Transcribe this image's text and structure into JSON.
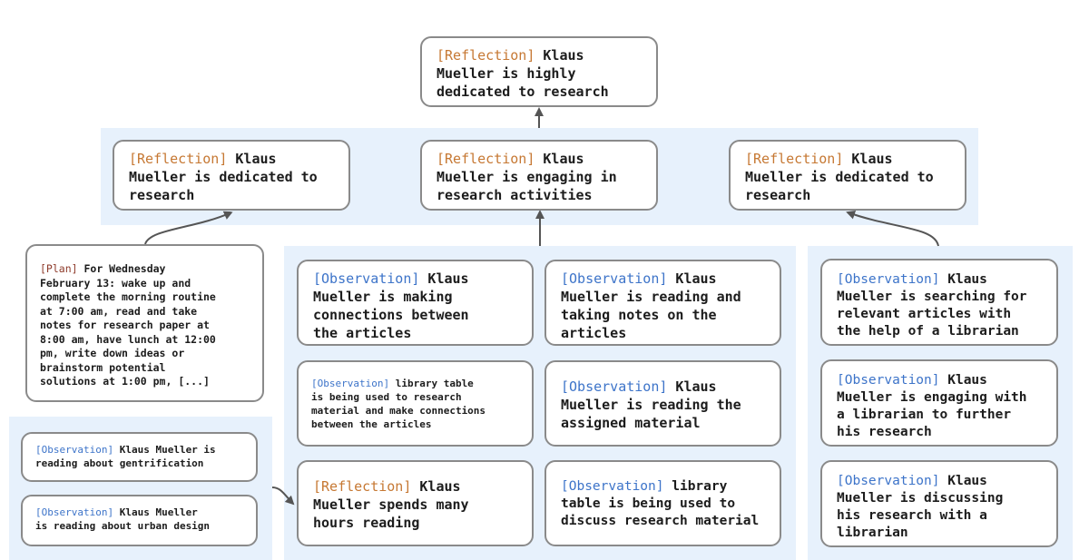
{
  "colors": {
    "reflection_tag": "#c67833",
    "observation_tag": "#3d74c9",
    "plan_tag": "#8e3b2b",
    "panel": "#e7f1fc",
    "node_border": "#8a8a8a",
    "arrow": "#555555"
  },
  "nodes": {
    "top": {
      "tag": "[Reflection]",
      "tag_type": "reflection",
      "text": " Klaus\nMueller is highly\ndedicated to research"
    },
    "mid_left": {
      "tag": "[Reflection]",
      "tag_type": "reflection",
      "text": " Klaus\nMueller is dedicated to\nresearch"
    },
    "mid_center": {
      "tag": "[Reflection]",
      "tag_type": "reflection",
      "text": " Klaus\nMueller is engaging in\nresearch activities"
    },
    "mid_right": {
      "tag": "[Reflection]",
      "tag_type": "reflection",
      "text": " Klaus\nMueller is dedicated to\nresearch"
    },
    "plan": {
      "tag": "[Plan]",
      "tag_type": "plan",
      "text": " For Wednesday\nFebruary 13: wake up and\ncomplete the morning routine\nat 7:00 am, read and take\nnotes for research paper at\n8:00 am, have lunch at 12:00\npm, write down ideas or\nbrainstorm potential\nsolutions at 1:00 pm, [...]"
    },
    "obs_gentrification": {
      "tag": "[Observation]",
      "tag_type": "observation",
      "text": " Klaus Mueller is\nreading about gentrification"
    },
    "obs_urban": {
      "tag": "[Observation]",
      "tag_type": "observation",
      "text": " Klaus Mueller\nis reading about urban design"
    },
    "c1_r1": {
      "tag": "[Observation]",
      "tag_type": "observation",
      "text": " Klaus\nMueller is making\nconnections between\nthe articles"
    },
    "c1_r2": {
      "tag": "[Observation]",
      "tag_type": "observation",
      "text": " library table\nis being used to research\nmaterial and make connections\nbetween the articles"
    },
    "c1_r3": {
      "tag": "[Reflection]",
      "tag_type": "reflection",
      "text": " Klaus\nMueller spends many\nhours reading"
    },
    "c2_r1": {
      "tag": "[Observation]",
      "tag_type": "observation",
      "text": " Klaus\nMueller is reading and\ntaking notes on the\narticles"
    },
    "c2_r2": {
      "tag": "[Observation]",
      "tag_type": "observation",
      "text": " Klaus\nMueller is reading the\nassigned material"
    },
    "c2_r3": {
      "tag": "[Observation]",
      "tag_type": "observation",
      "text": " library\ntable is being used to\ndiscuss research material"
    },
    "r_1": {
      "tag": "[Observation]",
      "tag_type": "observation",
      "text": " Klaus\nMueller is searching for\nrelevant articles with\nthe help of a librarian"
    },
    "r_2": {
      "tag": "[Observation]",
      "tag_type": "observation",
      "text": " Klaus\nMueller is engaging with\na librarian to further\nhis research"
    },
    "r_3": {
      "tag": "[Observation]",
      "tag_type": "observation",
      "text": " Klaus\nMueller is discussing\nhis research with a\nlibrarian"
    }
  }
}
